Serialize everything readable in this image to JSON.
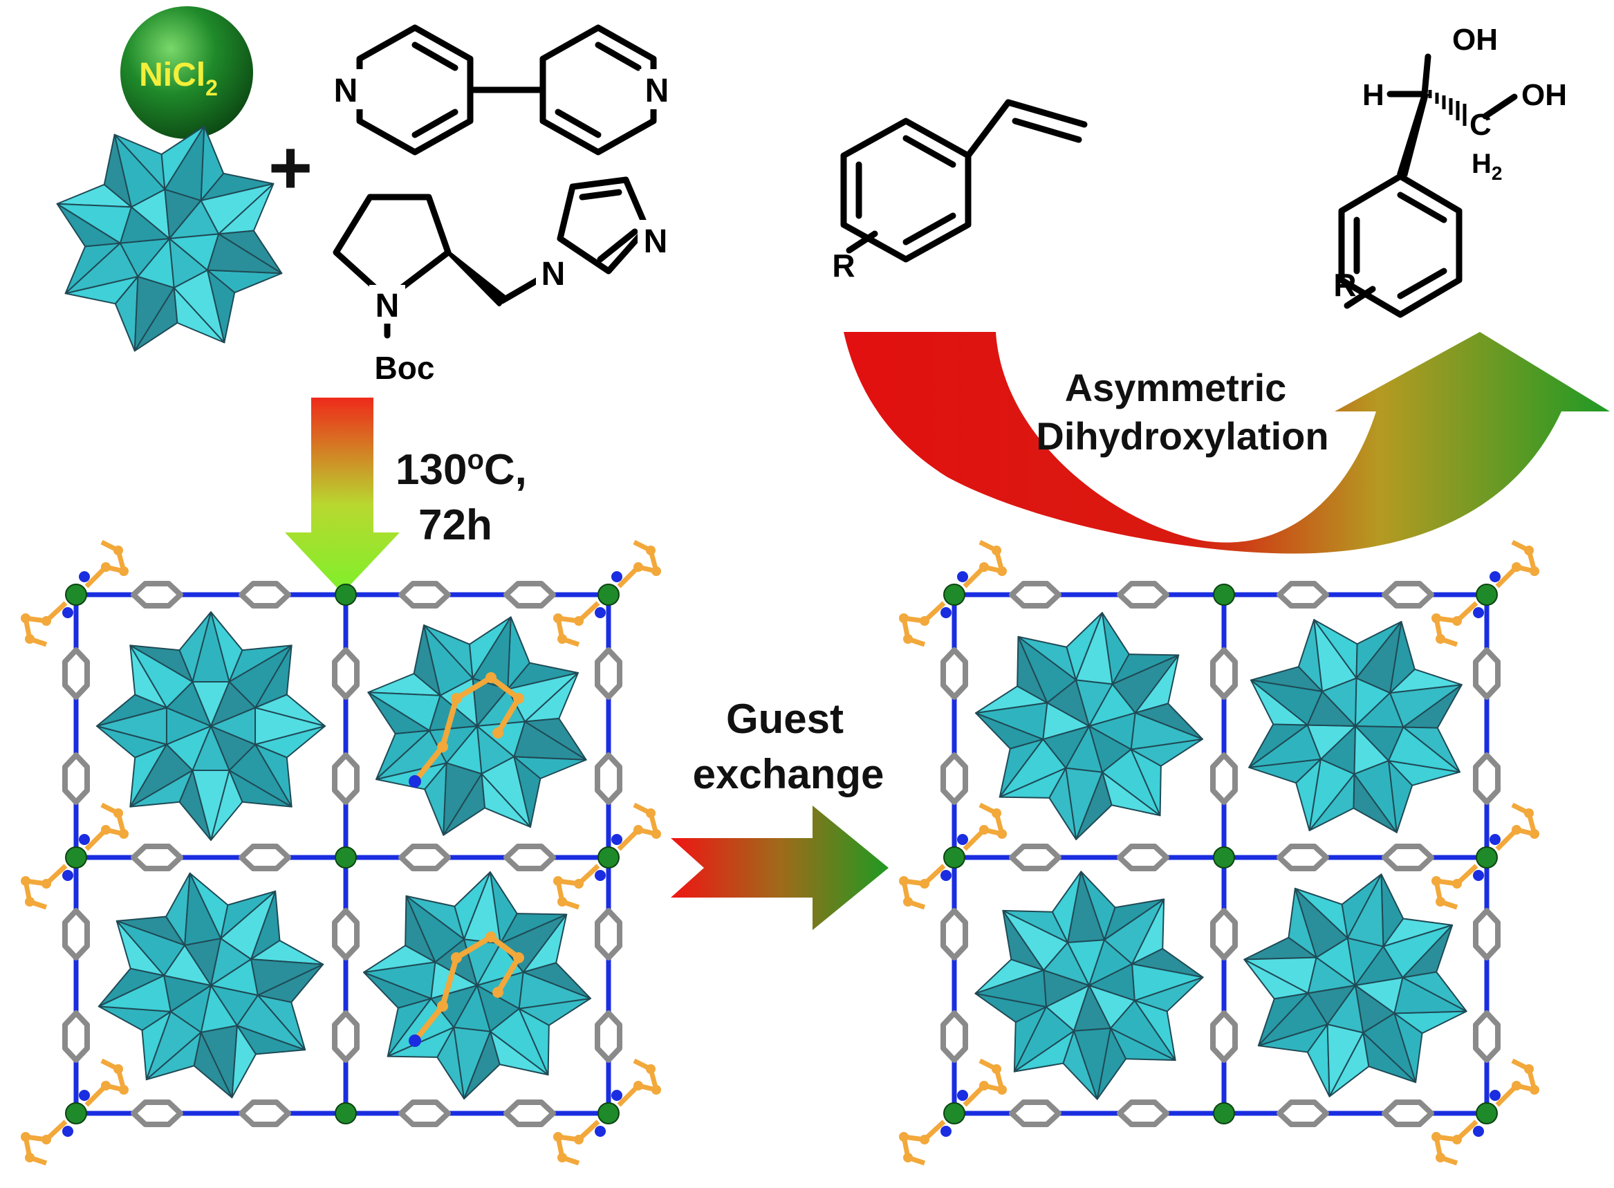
{
  "reactants": {
    "metal_salt": "NiCl",
    "metal_salt_subscript": "2",
    "plus": "+",
    "atom_N": "N",
    "protecting_group": "Boc"
  },
  "conditions": {
    "temperature": "130",
    "temperature_unit_sup": "o",
    "temperature_unit": "C,",
    "time": "72h"
  },
  "guest_exchange": {
    "line1": "Guest",
    "line2": "exchange"
  },
  "catalysis": {
    "line1": "Asymmetric",
    "line2": "Dihydroxylation",
    "substrate_substituent": "R",
    "product_H": "H",
    "product_OH": "OH",
    "product_CH2": "C",
    "product_CH2_H": "H",
    "product_CH2_sub": "2"
  },
  "colors": {
    "polyhedron": "#3cc8d0",
    "polyhedron_dark": "#2a9aa5",
    "nickel_sphere": "#1f8a2a",
    "ligand_orange": "#f2a83a",
    "nitrogen_blue": "#1a2de0",
    "bipyridine_gray": "#8a8a8a",
    "arrow_red": "#e81b1b",
    "arrow_green": "#2e9a2a",
    "arrow_yellowgreen": "#7ee82a",
    "salt_label": "#f3ef3a"
  }
}
